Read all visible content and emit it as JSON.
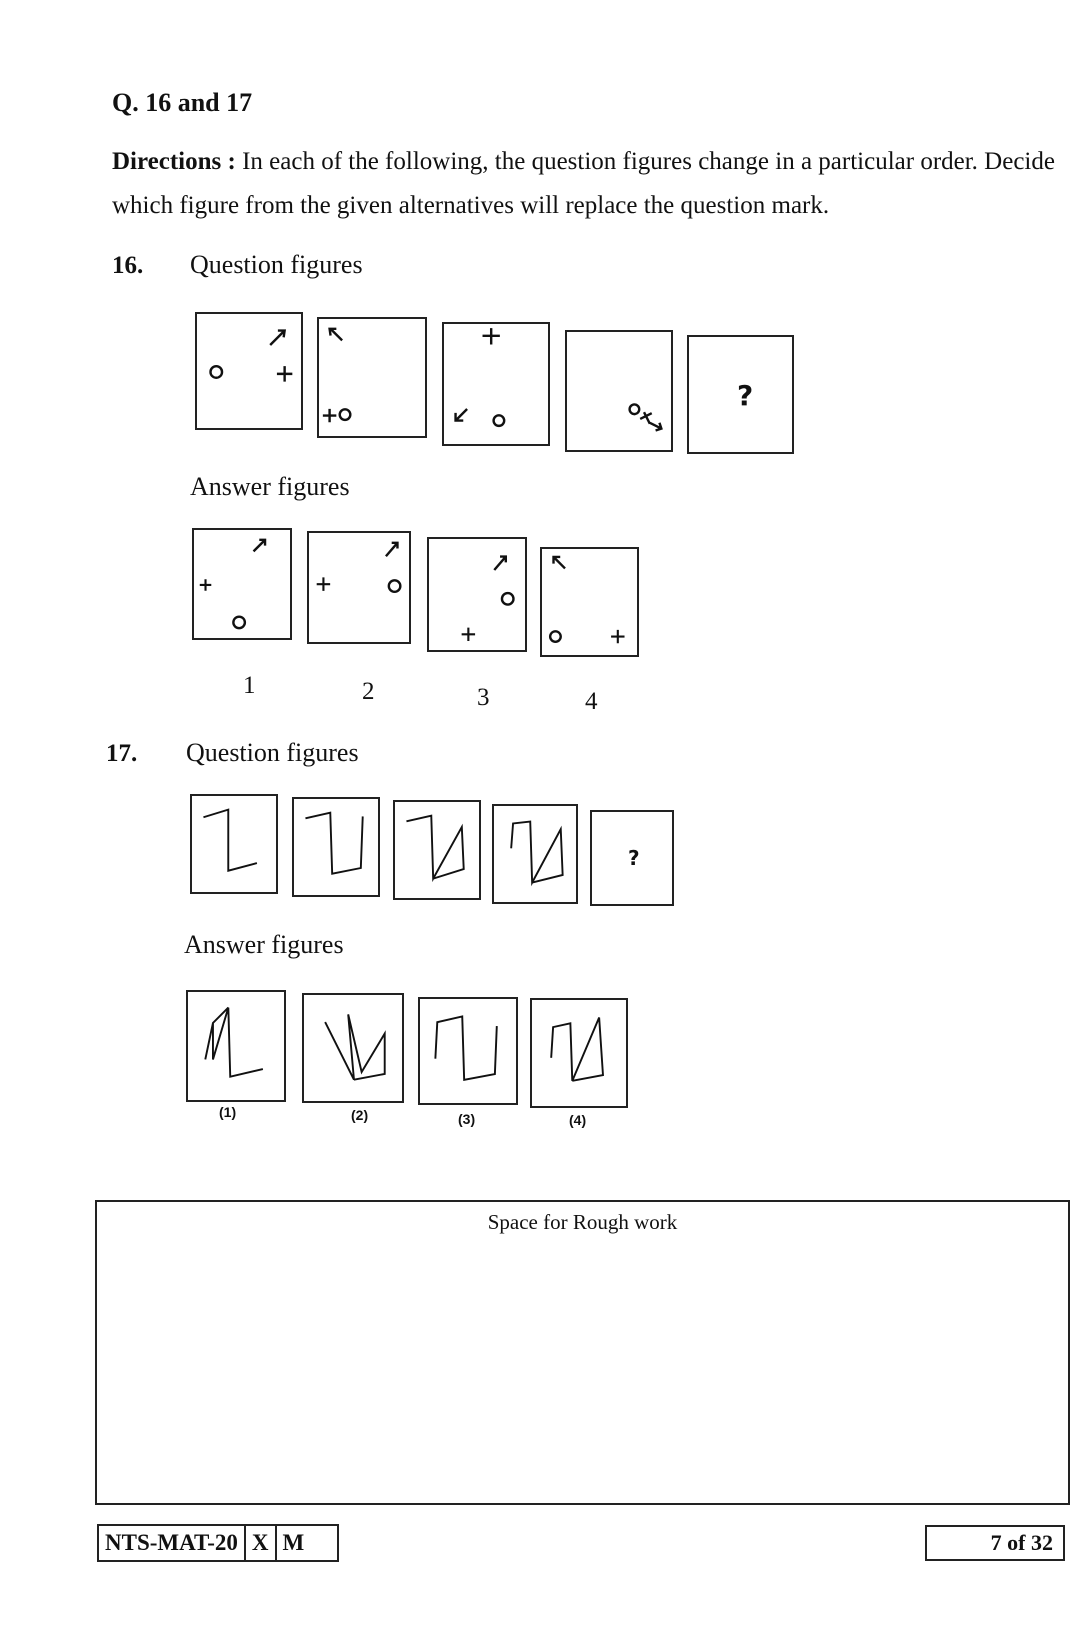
{
  "header": {
    "title": "Q. 16 and 17",
    "directions_label": "Directions :",
    "directions_text": "In each of the following, the question figures change in a particular order. Decide which figure from the given alternatives will replace the question mark."
  },
  "q16": {
    "number": "16.",
    "question_label": "Question figures",
    "question_mark": "?",
    "answer_label": "Answer figures",
    "answer_numbers": [
      "1",
      "2",
      "3",
      "4"
    ]
  },
  "q17": {
    "number": "17.",
    "question_label": "Question figures",
    "question_mark": "?",
    "answer_label": "Answer figures",
    "answer_numbers": [
      "(1)",
      "(2)",
      "(3)",
      "(4)"
    ]
  },
  "rough": {
    "title": "Space for Rough work"
  },
  "footer": {
    "code": "NTS-MAT-20",
    "set": "X",
    "medium": "M",
    "page": "7 of 32"
  }
}
